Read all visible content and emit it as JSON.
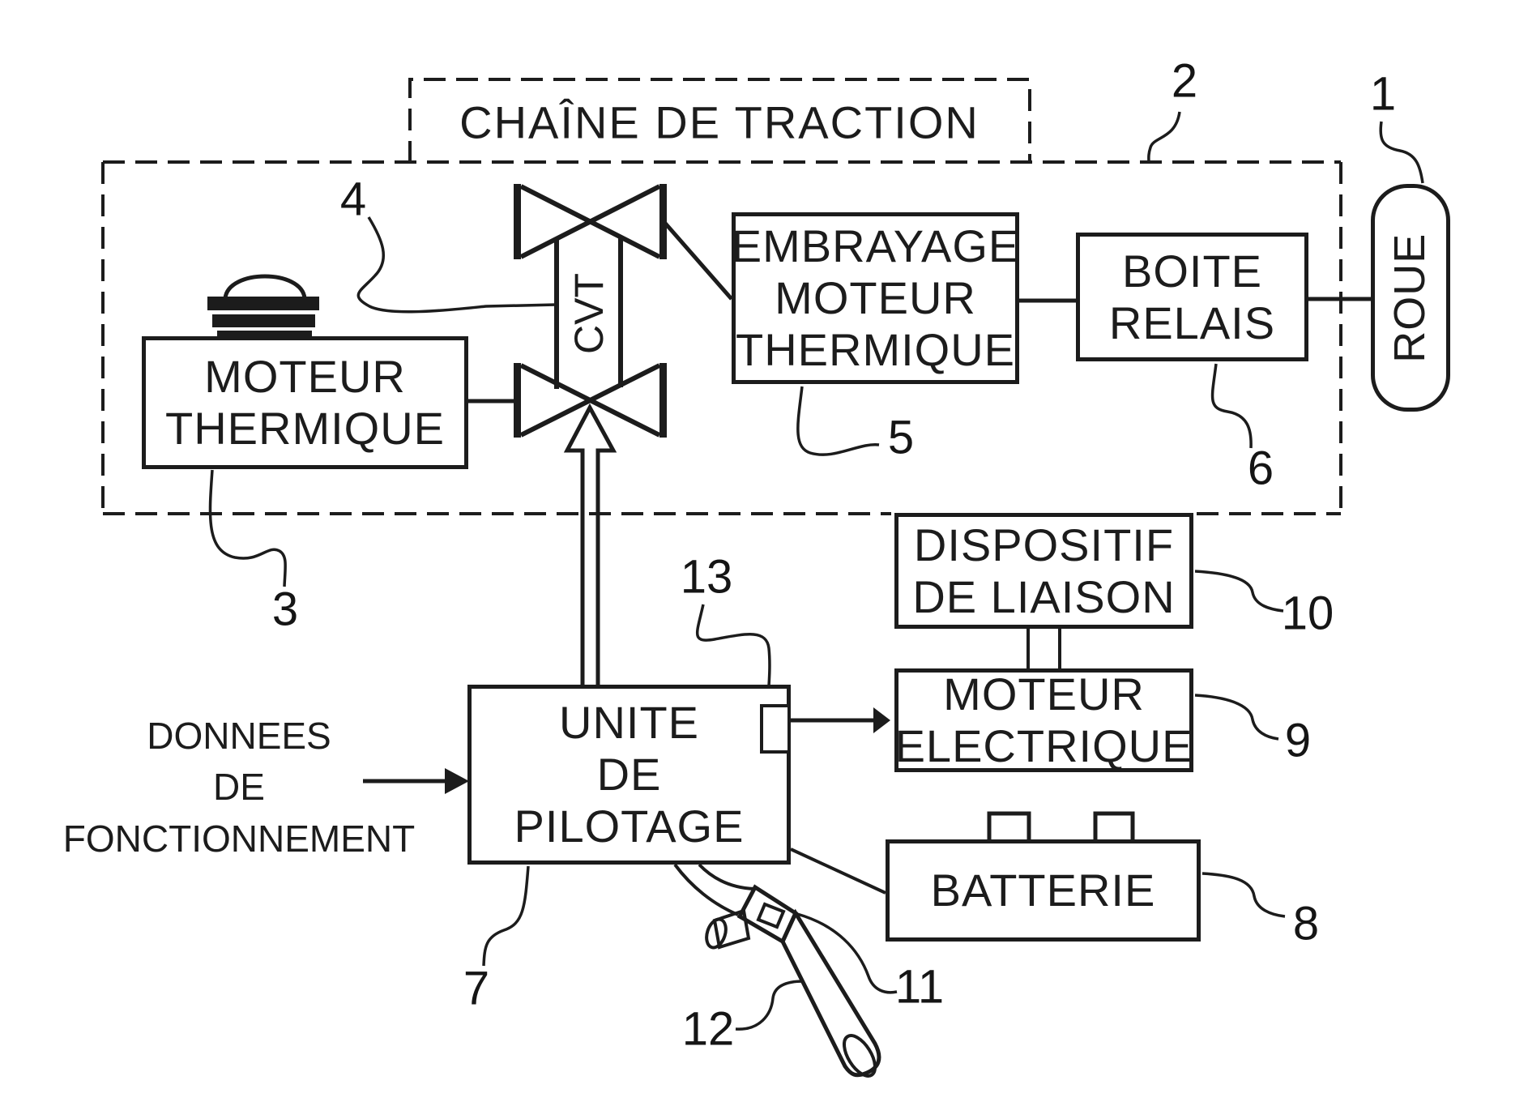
{
  "colors": {
    "ink": "#1c1c1c",
    "paper": "#ffffff"
  },
  "container": {
    "title": "CHAÎNE DE TRACTION"
  },
  "blocks": {
    "moteur_thermique": "MOTEUR\nTHERMIQUE",
    "cvt": "CVT",
    "embrayage": "EMBRAYAGE\nMOTEUR\nTHERMIQUE",
    "boite_relais": "BOITE\nRELAIS",
    "roue": "ROUE",
    "dispositif_liaison": "DISPOSITIF\nDE LIAISON",
    "moteur_electrique": "MOTEUR\nELECTRIQUE",
    "batterie": "BATTERIE",
    "unite_pilotage": "UNITE\nDE\nPILOTAGE"
  },
  "annotations": {
    "donnees": "DONNEES\nDE\nFONCTIONNEMENT"
  },
  "refs": {
    "roue": "1",
    "chaine_traction": "2",
    "moteur_thermique": "3",
    "cvt": "4",
    "embrayage": "5",
    "boite_relais": "6",
    "unite_pilotage": "7",
    "batterie": "8",
    "moteur_electrique": "9",
    "dispositif_liaison": "10",
    "capteur_poignee": "11",
    "poignee": "12",
    "sortie_commande": "13"
  }
}
